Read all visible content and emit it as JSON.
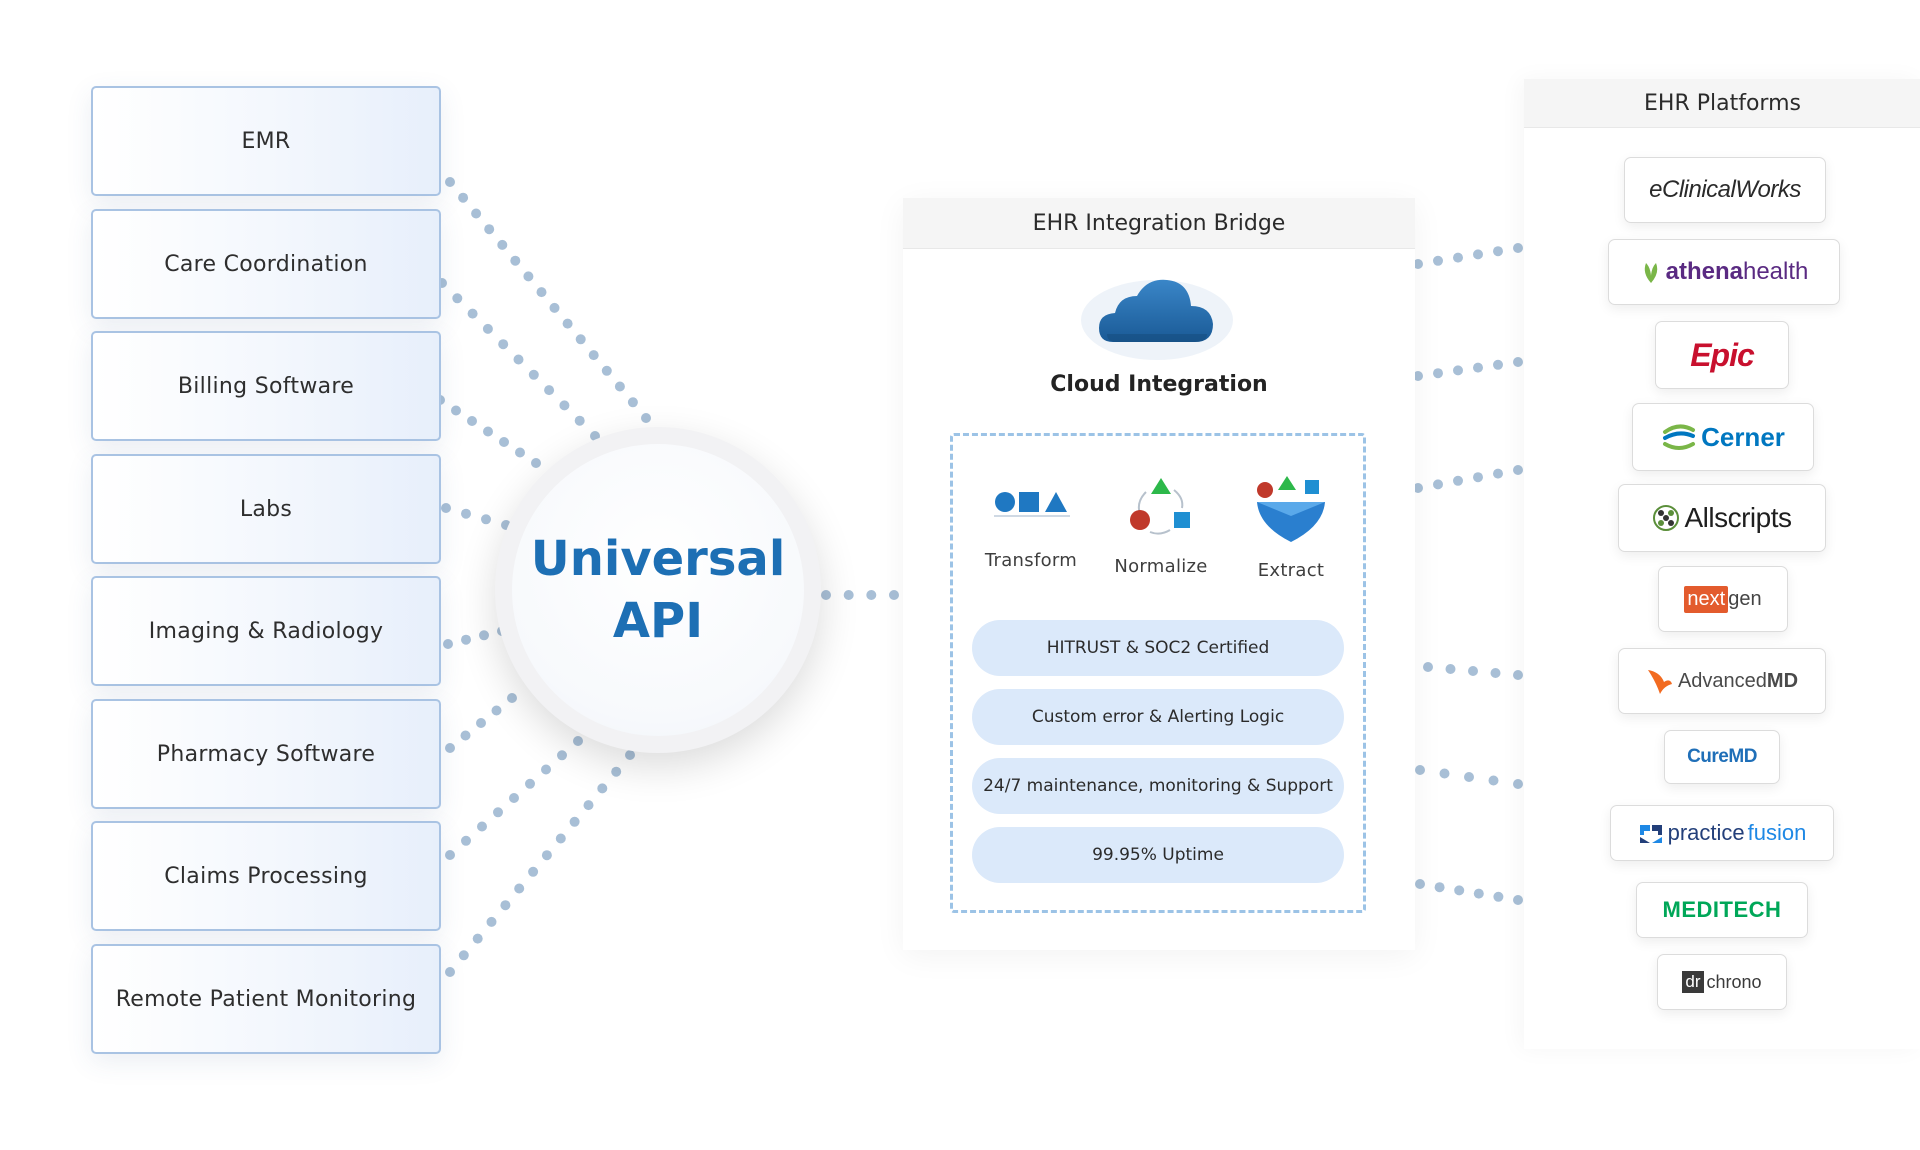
{
  "applications": [
    "EMR",
    "Care Coordination",
    "Billing Software",
    "Labs",
    "Imaging & Radiology",
    "Pharmacy Software",
    "Claims Processing",
    "Remote Patient Monitoring"
  ],
  "api": {
    "line1": "Universal",
    "line2": "API"
  },
  "bridge": {
    "title": "EHR Integration Bridge",
    "cloud_label": "Cloud Integration",
    "steps": [
      "Transform",
      "Normalize",
      "Extract"
    ],
    "features": [
      "HITRUST & SOC2 Certified",
      "Custom error & Alerting Logic",
      "24/7 maintenance, monitoring & Support",
      "99.95%  Uptime"
    ]
  },
  "platforms": {
    "title": "EHR Platforms",
    "logos": {
      "eclinicalworks": "eClinicalWorks",
      "athena_a": "athena",
      "athena_b": "health",
      "epic": "Epic",
      "cerner": "Cerner",
      "allscripts": "Allscripts",
      "nextgen_a": "next",
      "nextgen_b": "gen",
      "advancedmd_a": "Advanced",
      "advancedmd_b": "MD",
      "curemd": "CureMD",
      "practice_a": "practice",
      "practice_b": "fusion",
      "meditech": "MEDITECH",
      "drchrono_a": "dr",
      "drchrono_b": "chrono"
    }
  },
  "colors": {
    "brand_blue": "#1d6fb4",
    "dots": "#a8bfd6",
    "pill_bg": "#dbe9fa",
    "dashed_border": "#9cc3e6",
    "epic_red": "#c8102e",
    "athena_purple": "#5a2a82",
    "athena_green": "#7ab648",
    "cerner_blue": "#0077c0",
    "meditech_green": "#00a758"
  }
}
